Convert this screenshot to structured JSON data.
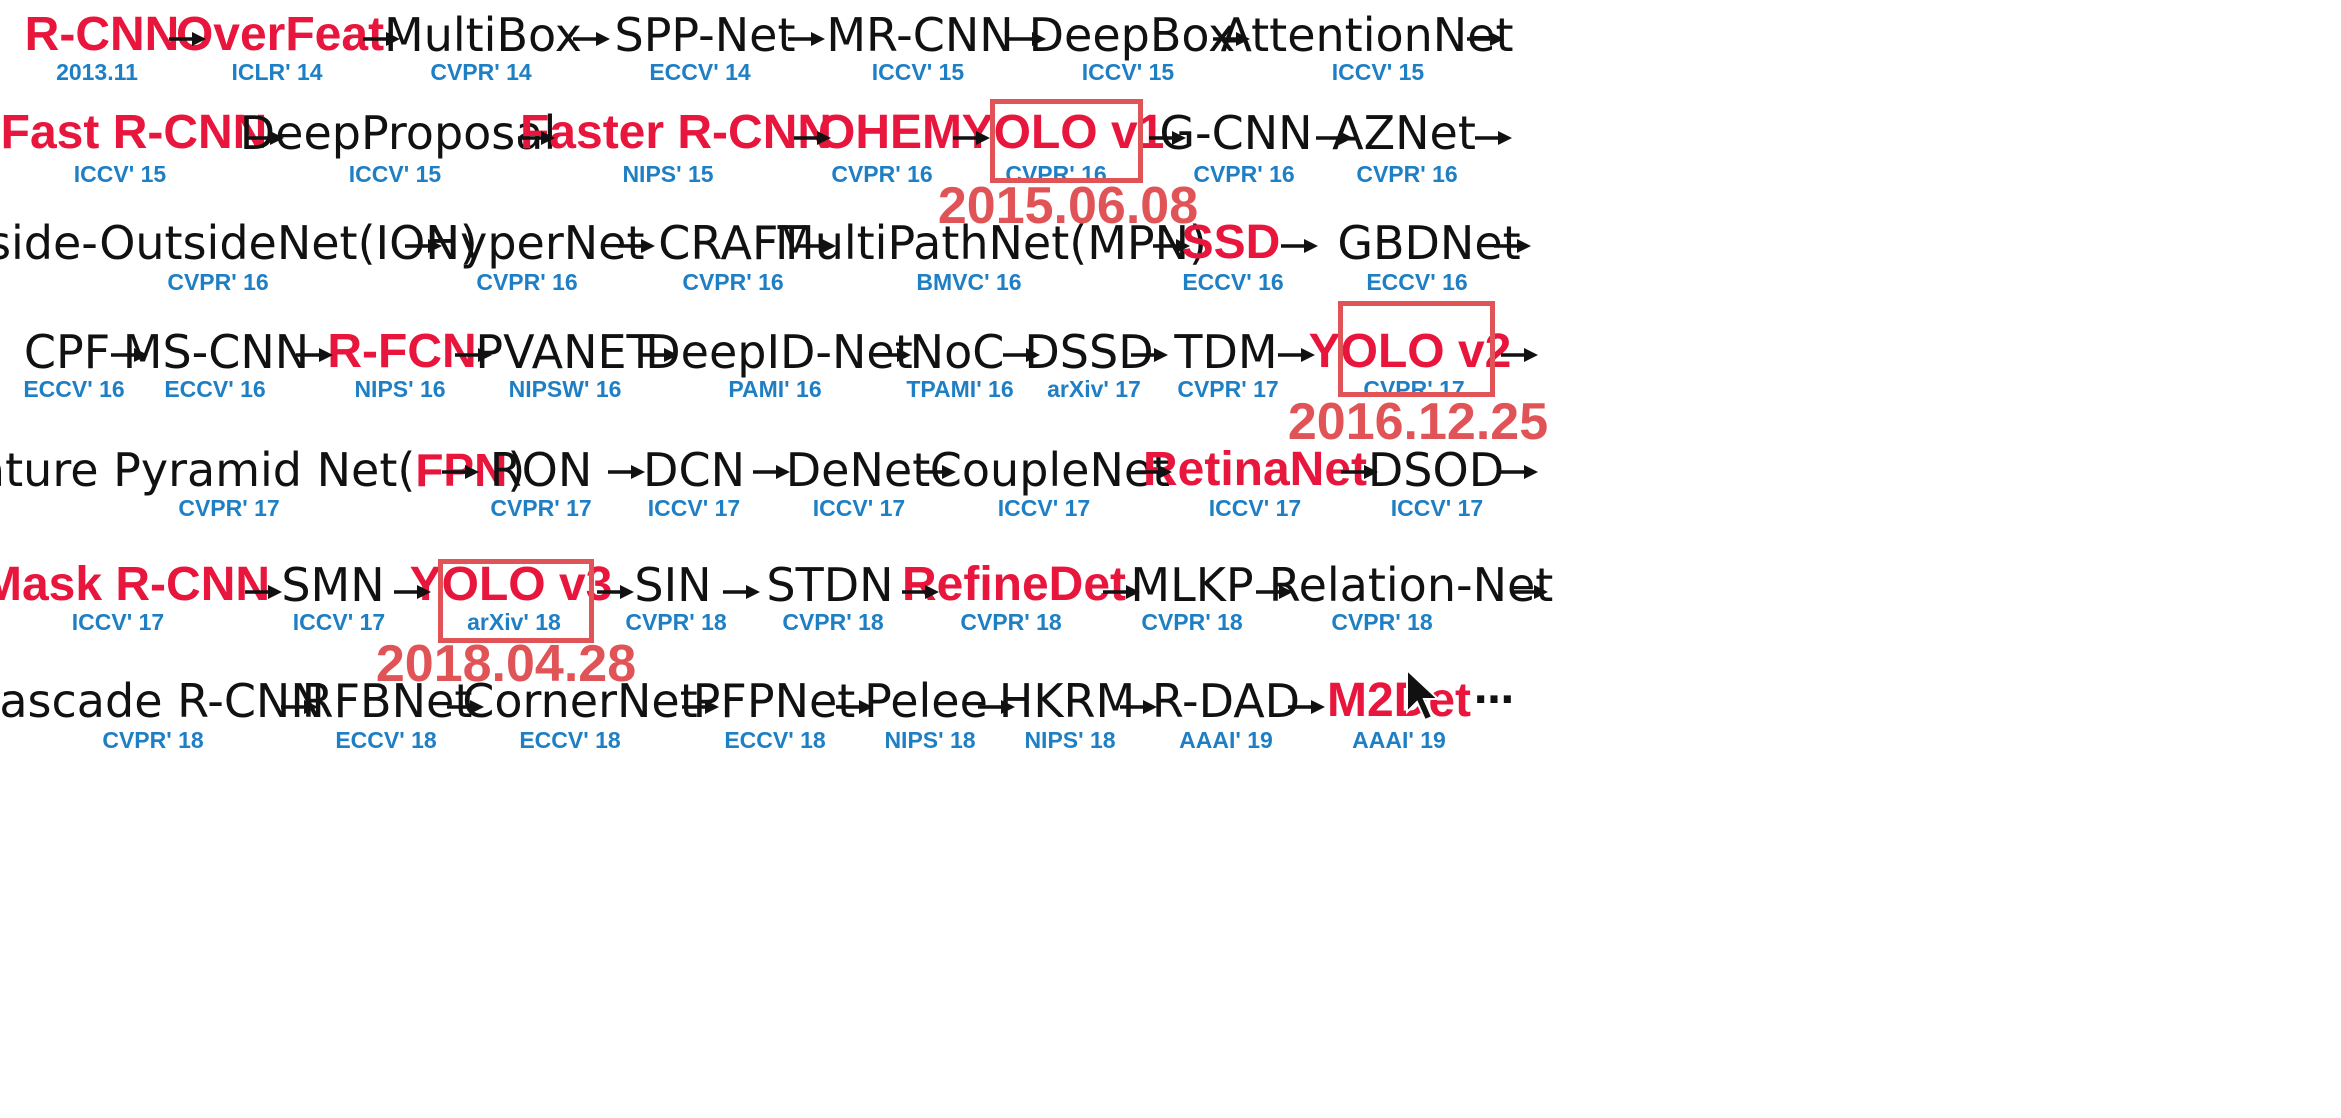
{
  "nodes": [
    {
      "name": "R-CNN",
      "venue": "2013.11",
      "hl": true
    },
    {
      "name": "OverFeat",
      "venue": "ICLR' 14",
      "hl": true
    },
    {
      "name": "MultiBox",
      "venue": "CVPR' 14",
      "hl": false
    },
    {
      "name": "SPP-Net",
      "venue": "ECCV' 14",
      "hl": false
    },
    {
      "name": "MR-CNN",
      "venue": "ICCV' 15",
      "hl": false
    },
    {
      "name": "DeepBox",
      "venue": "ICCV' 15",
      "hl": false
    },
    {
      "name": "AttentionNet",
      "venue": "ICCV' 15",
      "hl": false
    },
    {
      "name": "Fast R-CNN",
      "venue": "ICCV' 15",
      "hl": true
    },
    {
      "name": "DeepProposal",
      "venue": "ICCV' 15",
      "hl": false
    },
    {
      "name": "Faster R-CNN",
      "venue": "NIPS' 15",
      "hl": true
    },
    {
      "name": "OHEM",
      "venue": "CVPR' 16",
      "hl": true
    },
    {
      "name": "YOLO v1",
      "venue": "CVPR' 16",
      "hl": true
    },
    {
      "name": "G-CNN",
      "venue": "CVPR' 16",
      "hl": false
    },
    {
      "name": "AZNet",
      "venue": "CVPR' 16",
      "hl": false
    },
    {
      "name": "Inside-OutsideNet(ION)",
      "venue": "CVPR' 16",
      "hl": false
    },
    {
      "name": "HyperNet",
      "venue": "CVPR' 16",
      "hl": false
    },
    {
      "name": "CRAFT",
      "venue": "CVPR' 16",
      "hl": false
    },
    {
      "name": "MultiPathNet(MPN)",
      "venue": "BMVC' 16",
      "hl": false
    },
    {
      "name": "SSD",
      "venue": "ECCV' 16",
      "hl": true
    },
    {
      "name": "GBDNet",
      "venue": "ECCV' 16",
      "hl": false
    },
    {
      "name": "CPF",
      "venue": "ECCV' 16",
      "hl": false
    },
    {
      "name": "MS-CNN",
      "venue": "ECCV' 16",
      "hl": false
    },
    {
      "name": "R-FCN",
      "venue": "NIPS' 16",
      "hl": true
    },
    {
      "name": "PVANET",
      "venue": "NIPSW' 16",
      "hl": false
    },
    {
      "name": "DeepID-Net",
      "venue": "PAMI' 16",
      "hl": false
    },
    {
      "name": "NoC",
      "venue": "TPAMI' 16",
      "hl": false
    },
    {
      "name": "DSSD",
      "venue": "arXiv' 17",
      "hl": false
    },
    {
      "name": "TDM",
      "venue": "CVPR' 17",
      "hl": false
    },
    {
      "name": "YOLO v2",
      "venue": "CVPR' 17",
      "hl": true
    },
    {
      "name_parts": [
        "Feature Pyramid Net(",
        "FPN",
        ")"
      ],
      "venue": "CVPR' 17",
      "hl": false
    },
    {
      "name": "RON",
      "venue": "CVPR' 17",
      "hl": false
    },
    {
      "name": "DCN",
      "venue": "ICCV' 17",
      "hl": false
    },
    {
      "name": "DeNet",
      "venue": "ICCV' 17",
      "hl": false
    },
    {
      "name": "CoupleNet",
      "venue": "ICCV' 17",
      "hl": false
    },
    {
      "name": "RetinaNet",
      "venue": "ICCV' 17",
      "hl": true
    },
    {
      "name": "DSOD",
      "venue": "ICCV' 17",
      "hl": false
    },
    {
      "name": "Mask R-CNN",
      "venue": "ICCV' 17",
      "hl": true
    },
    {
      "name": "SMN",
      "venue": "ICCV' 17",
      "hl": false
    },
    {
      "name": "YOLO v3",
      "venue": "arXiv' 18",
      "hl": true
    },
    {
      "name": "SIN",
      "venue": "CVPR' 18",
      "hl": false
    },
    {
      "name": "STDN",
      "venue": "CVPR' 18",
      "hl": false
    },
    {
      "name": "RefineDet",
      "venue": "CVPR' 18",
      "hl": true
    },
    {
      "name": "MLKP",
      "venue": "CVPR' 18",
      "hl": false
    },
    {
      "name": "Relation-Net",
      "venue": "CVPR' 18",
      "hl": false
    },
    {
      "name": "Cascade R-CNN",
      "venue": "CVPR' 18",
      "hl": false
    },
    {
      "name": "RFBNet",
      "venue": "ECCV' 18",
      "hl": false
    },
    {
      "name": "CornerNet",
      "venue": "ECCV' 18",
      "hl": false
    },
    {
      "name": "PFPNet",
      "venue": "ECCV' 18",
      "hl": false
    },
    {
      "name": "Pelee",
      "venue": "NIPS' 18",
      "hl": false
    },
    {
      "name": "HKRM",
      "venue": "NIPS' 18",
      "hl": false
    },
    {
      "name": "R-DAD",
      "venue": "AAAI' 19",
      "hl": false
    },
    {
      "name": "M2Det",
      "venue": "AAAI' 19",
      "hl": true
    }
  ],
  "dates": [
    "2015.06.08",
    "2016.12.25",
    "2018.04.28"
  ],
  "ellipsis": "…",
  "colors": {
    "highlight": "#e8163c",
    "venue": "#1f7fc4",
    "box": "#e05458",
    "text": "#111111"
  }
}
